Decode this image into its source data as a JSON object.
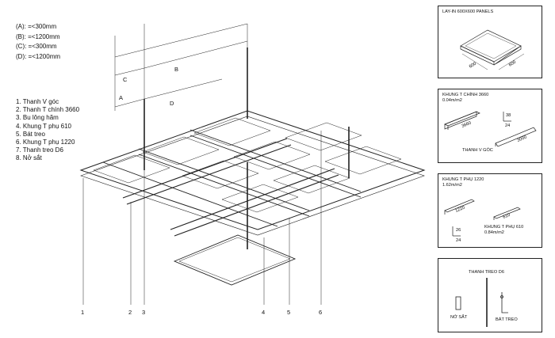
{
  "dimensions": [
    {
      "label": "(A): =<300mm"
    },
    {
      "label": "(B): =<1200mm"
    },
    {
      "label": "(C): =<300mm"
    },
    {
      "label": "(D): =<1200mm"
    }
  ],
  "parts": [
    "1. Thanh V góc",
    "2. Thanh T chính 3660",
    "3. Bu lông hãm",
    "4. Khung T phụ 610",
    "5. Bát treo",
    "6. Khung T phụ 1220",
    "7. Thanh treo D6",
    "8. Nở sắt"
  ],
  "dim_letters": {
    "a": "A",
    "b": "B",
    "c": "C",
    "d": "D"
  },
  "callouts": [
    "1",
    "2",
    "3",
    "4",
    "5",
    "6"
  ],
  "panel_layin": {
    "title": "LAY-IN 600X600 PANELS",
    "dim1": "600",
    "dim2": "600"
  },
  "panel_main": {
    "title": "KHUNG T CHÍNH 3660",
    "subtitle": "0.04m/m2",
    "len": "3660",
    "h": "38",
    "w": "24",
    "vbar_label": "THANH V GÓC",
    "vbar_len": "3000"
  },
  "panel_cross": {
    "title": "KHUNG T PHỤ 1220",
    "subtitle": "1.62m/m2",
    "len1": "1220",
    "len2": "610",
    "h": "26",
    "w": "24",
    "label2": "KHUNG T PHỤ 610",
    "sub2": "0.84m/m2"
  },
  "panel_hanger": {
    "title": "THANH TREO D6",
    "anchor": "NỞ SẮT",
    "bracket": "BÁT TREO"
  }
}
